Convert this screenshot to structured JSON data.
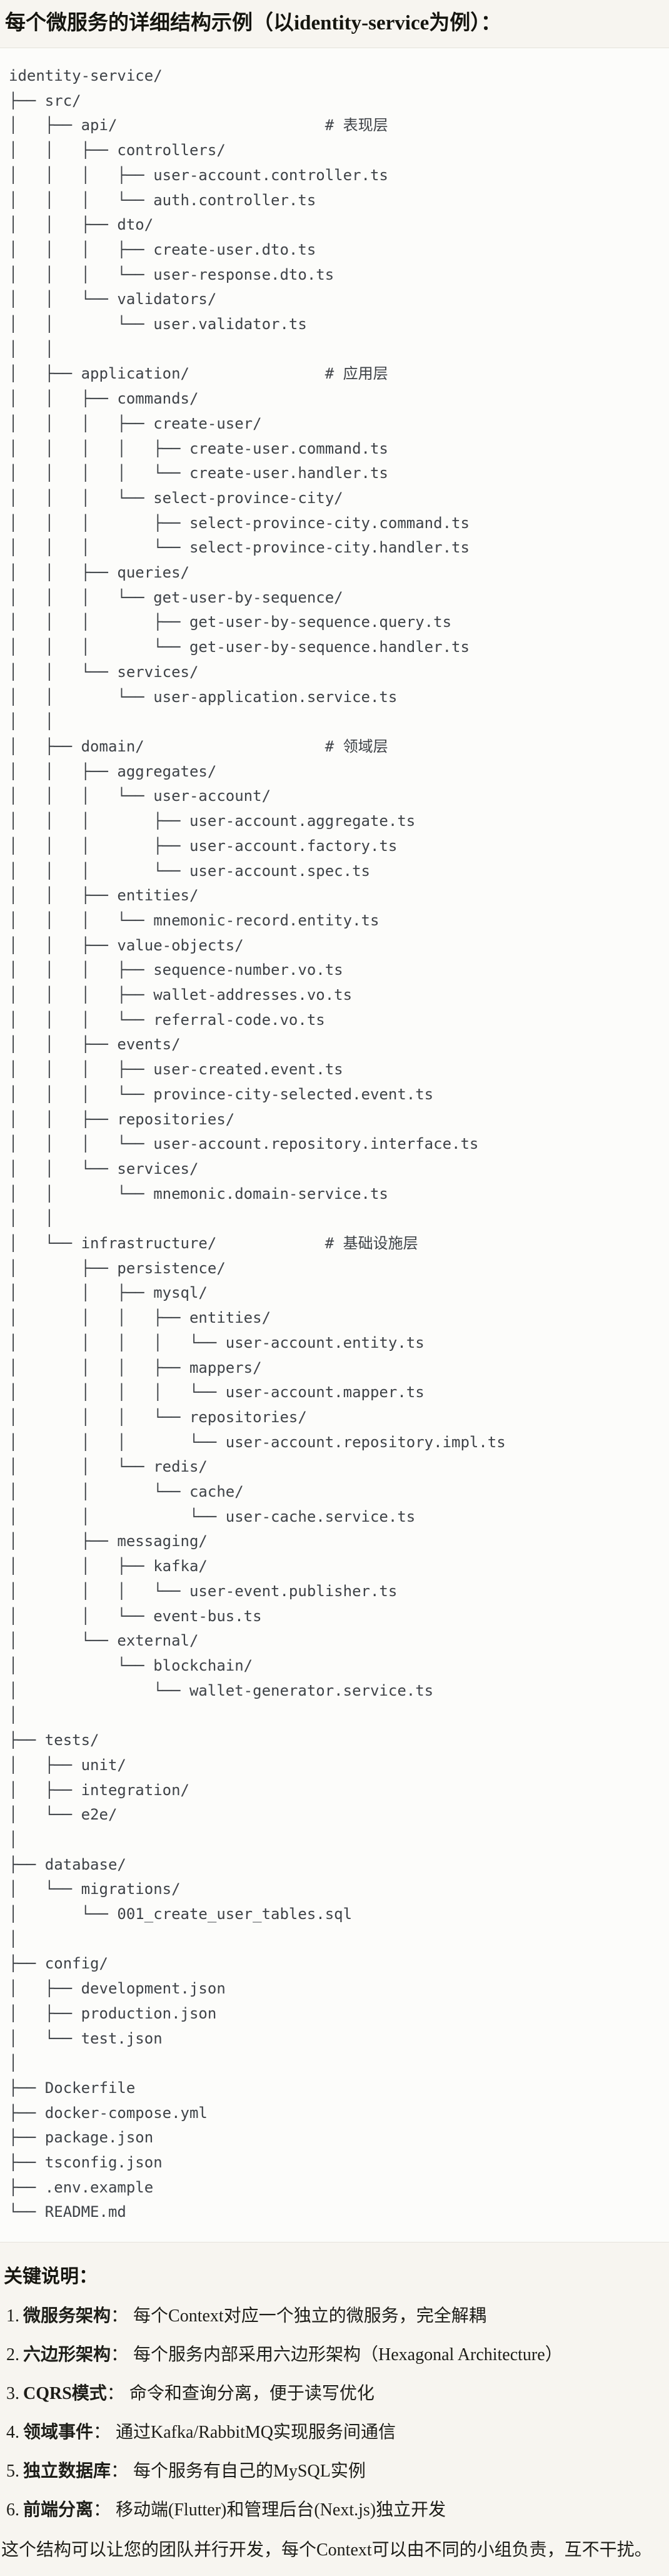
{
  "header": {
    "title": "每个微服务的详细结构示例（以identity-service为例）："
  },
  "tree": {
    "lines": [
      "identity-service/",
      "├── src/",
      "│   ├── api/                       # 表现层",
      "│   │   ├── controllers/",
      "│   │   │   ├── user-account.controller.ts",
      "│   │   │   └── auth.controller.ts",
      "│   │   ├── dto/",
      "│   │   │   ├── create-user.dto.ts",
      "│   │   │   └── user-response.dto.ts",
      "│   │   └── validators/",
      "│   │       └── user.validator.ts",
      "│   │",
      "│   ├── application/               # 应用层",
      "│   │   ├── commands/",
      "│   │   │   ├── create-user/",
      "│   │   │   │   ├── create-user.command.ts",
      "│   │   │   │   └── create-user.handler.ts",
      "│   │   │   └── select-province-city/",
      "│   │   │       ├── select-province-city.command.ts",
      "│   │   │       └── select-province-city.handler.ts",
      "│   │   ├── queries/",
      "│   │   │   └── get-user-by-sequence/",
      "│   │   │       ├── get-user-by-sequence.query.ts",
      "│   │   │       └── get-user-by-sequence.handler.ts",
      "│   │   └── services/",
      "│   │       └── user-application.service.ts",
      "│   │",
      "│   ├── domain/                    # 领域层",
      "│   │   ├── aggregates/",
      "│   │   │   └── user-account/",
      "│   │   │       ├── user-account.aggregate.ts",
      "│   │   │       ├── user-account.factory.ts",
      "│   │   │       └── user-account.spec.ts",
      "│   │   ├── entities/",
      "│   │   │   └── mnemonic-record.entity.ts",
      "│   │   ├── value-objects/",
      "│   │   │   ├── sequence-number.vo.ts",
      "│   │   │   ├── wallet-addresses.vo.ts",
      "│   │   │   └── referral-code.vo.ts",
      "│   │   ├── events/",
      "│   │   │   ├── user-created.event.ts",
      "│   │   │   └── province-city-selected.event.ts",
      "│   │   ├── repositories/",
      "│   │   │   └── user-account.repository.interface.ts",
      "│   │   └── services/",
      "│   │       └── mnemonic.domain-service.ts",
      "│   │",
      "│   └── infrastructure/            # 基础设施层",
      "│       ├── persistence/",
      "│       │   ├── mysql/",
      "│       │   │   ├── entities/",
      "│       │   │   │   └── user-account.entity.ts",
      "│       │   │   ├── mappers/",
      "│       │   │   │   └── user-account.mapper.ts",
      "│       │   │   └── repositories/",
      "│       │   │       └── user-account.repository.impl.ts",
      "│       │   └── redis/",
      "│       │       └── cache/",
      "│       │           └── user-cache.service.ts",
      "│       ├── messaging/",
      "│       │   ├── kafka/",
      "│       │   │   └── user-event.publisher.ts",
      "│       │   └── event-bus.ts",
      "│       └── external/",
      "│           └── blockchain/",
      "│               └── wallet-generator.service.ts",
      "│",
      "├── tests/",
      "│   ├── unit/",
      "│   ├── integration/",
      "│   └── e2e/",
      "│",
      "├── database/",
      "│   └── migrations/",
      "│       └── 001_create_user_tables.sql",
      "│",
      "├── config/",
      "│   ├── development.json",
      "│   ├── production.json",
      "│   └── test.json",
      "│",
      "├── Dockerfile",
      "├── docker-compose.yml",
      "├── package.json",
      "├── tsconfig.json",
      "├── .env.example",
      "└── README.md"
    ]
  },
  "footer": {
    "heading": "关键说明：",
    "colon": "：",
    "notes": [
      {
        "num": "1.",
        "label": "微服务架构",
        "text": "每个Context对应一个独立的微服务，完全解耦"
      },
      {
        "num": "2.",
        "label": "六边形架构",
        "text": "每个服务内部采用六边形架构（Hexagonal Architecture）"
      },
      {
        "num": "3.",
        "label": "CQRS模式",
        "text": "命令和查询分离，便于读写优化"
      },
      {
        "num": "4.",
        "label": "领域事件",
        "text": "通过Kafka/RabbitMQ实现服务间通信"
      },
      {
        "num": "5.",
        "label": "独立数据库",
        "text": "每个服务有自己的MySQL实例"
      },
      {
        "num": "6.",
        "label": "前端分离",
        "text": "移动端(Flutter)和管理后台(Next.js)独立开发"
      }
    ],
    "closing": "这个结构可以让您的团队并行开发，每个Context可以由不同的小组负责，互不干扰。"
  },
  "colors": {
    "page_bg": "#f7f5f0",
    "code_bg": "#fcfcfa",
    "border": "#e5e3dc",
    "tree_text": "#3e4247",
    "body_text": "#1d1d18"
  }
}
